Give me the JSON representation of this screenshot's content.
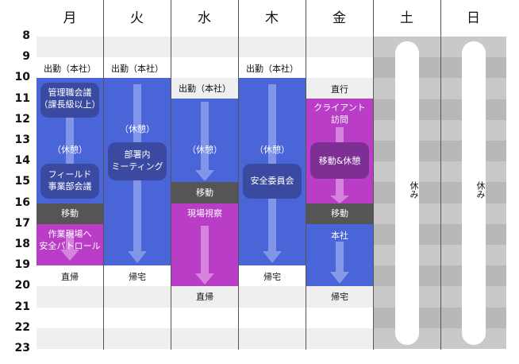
{
  "days": [
    "月",
    "火",
    "水",
    "木",
    "金",
    "土",
    "日"
  ],
  "hours": [
    "8",
    "9",
    "10",
    "11",
    "12",
    "13",
    "14",
    "15",
    "16",
    "17",
    "18",
    "19",
    "20",
    "21",
    "22",
    "23"
  ],
  "colors": {
    "blue": "#4a65d8",
    "purple": "#b93dc7",
    "gray": "#555555",
    "stripe": "#efefef",
    "weekend": "#c9c9c9",
    "weekend_stripe": "#b8b8b8",
    "pill": "#3a4aa0",
    "purple_pill": "#7e2f94"
  },
  "schedule": {
    "mon": {
      "start": "出勤（本社）",
      "meeting": "管理職会議\n（課長級以上）",
      "rest": "（休憩）",
      "field": "フィールド\n事業部会議",
      "move": "移動",
      "site": "作業現場へ\n安全パトロール",
      "end": "直帰"
    },
    "tue": {
      "start": "出勤（本社）",
      "rest": "（休憩）",
      "meeting": "部署内\nミーティング",
      "end": "帰宅"
    },
    "wed": {
      "start": "出勤（本社）",
      "rest": "（休憩）",
      "move": "移動",
      "site": "現場視察",
      "end": "直帰"
    },
    "thu": {
      "start": "出勤（本社）",
      "rest": "（休憩）",
      "meeting": "安全委員会",
      "end": "帰宅"
    },
    "fri": {
      "start": "直行",
      "client": "クライアント\n訪問",
      "rest": "移動&休憩",
      "move": "移動",
      "office": "本社",
      "end": "帰宅"
    },
    "sat": {
      "rest": "休み"
    },
    "sun": {
      "rest": "休み"
    }
  }
}
